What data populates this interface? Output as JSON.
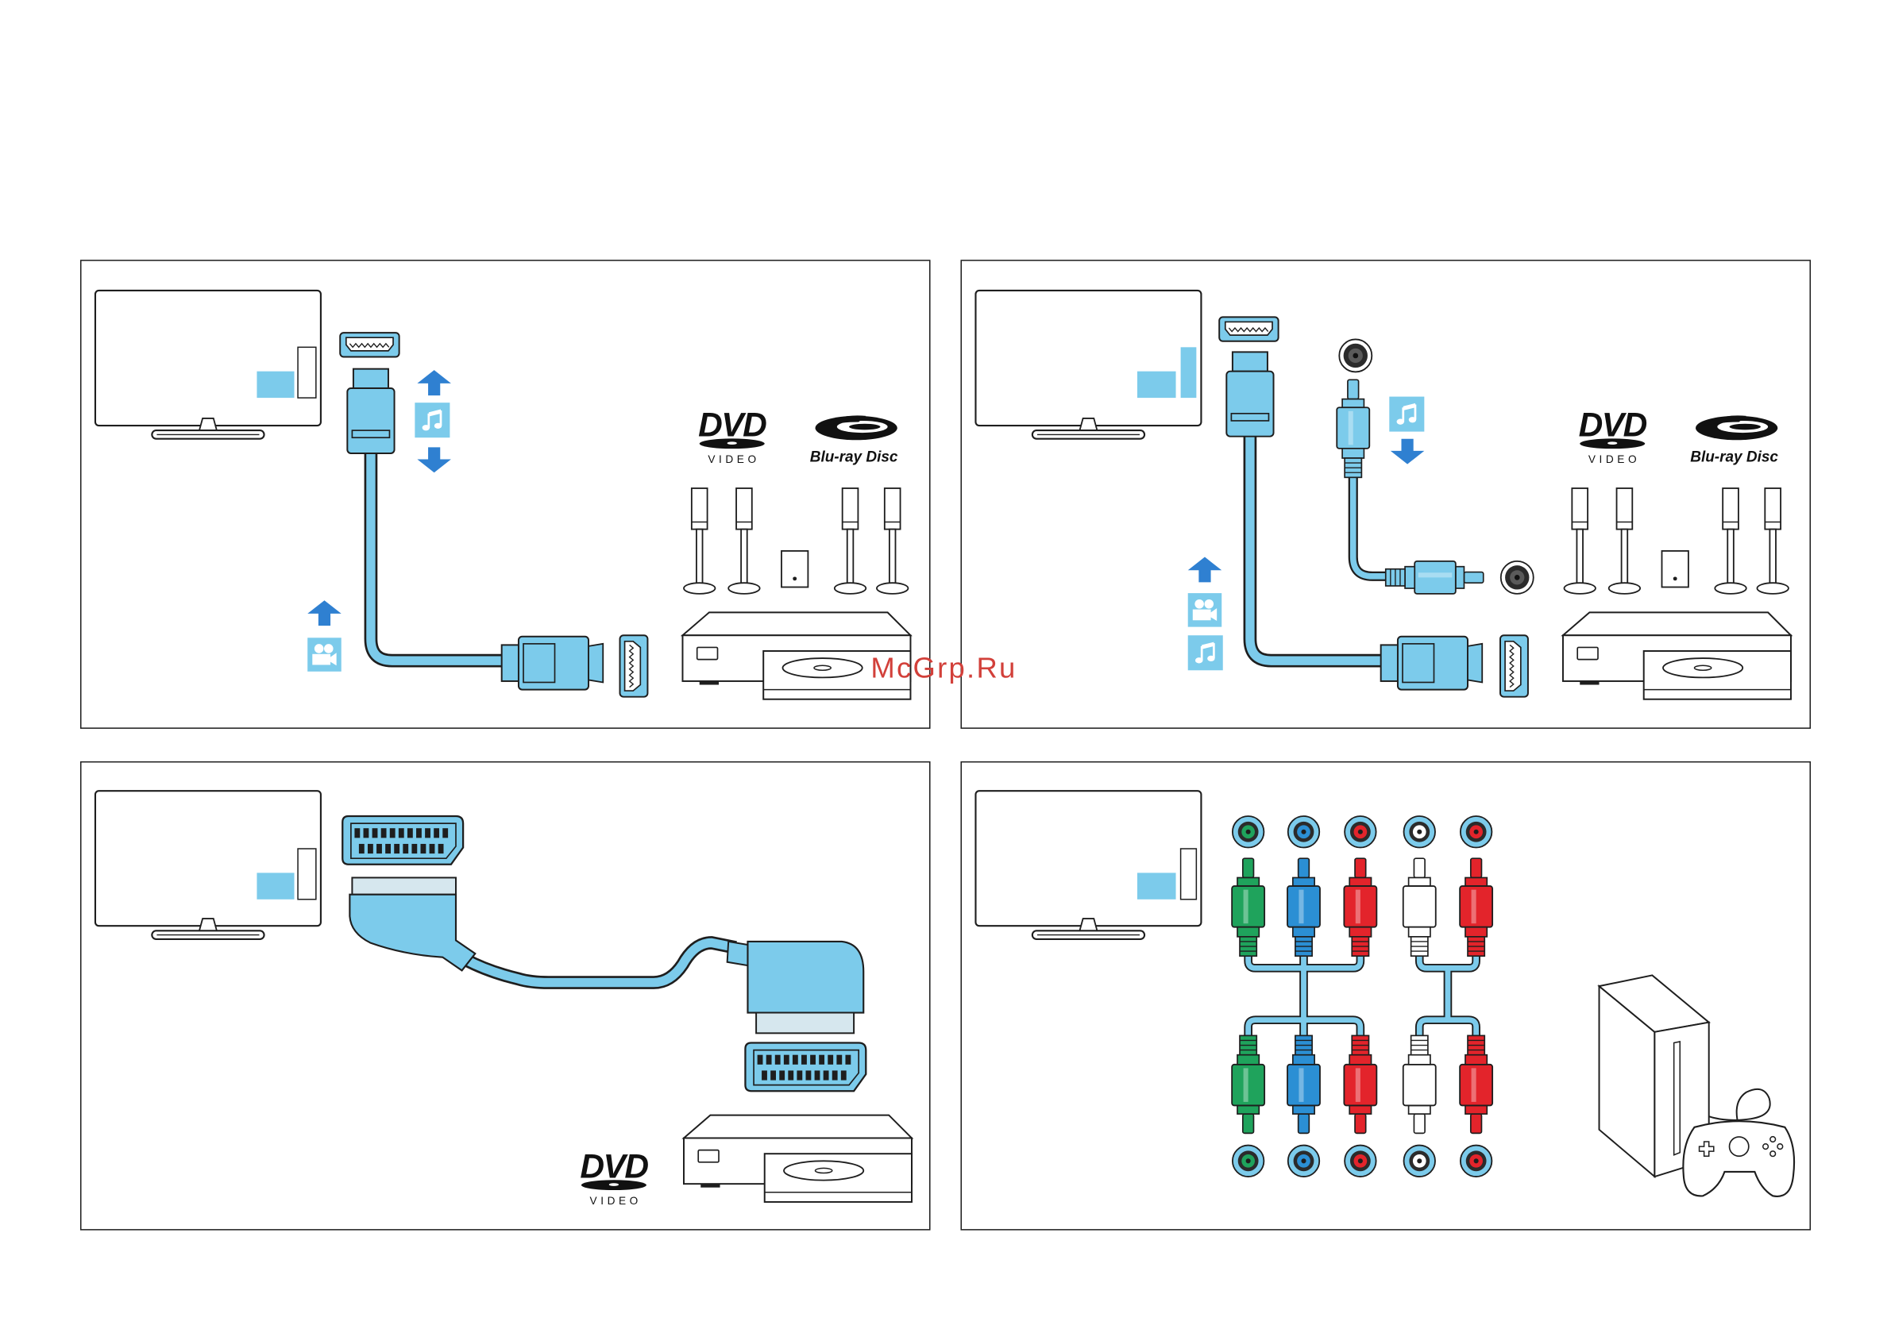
{
  "logos": {
    "dvd": {
      "title": "DVD",
      "subtitle": "VIDEO"
    },
    "bluray": {
      "title": "Blu-ray Disc"
    }
  },
  "watermark": {
    "text": "McGrp.Ru"
  },
  "colors": {
    "cable": "#7ccbeb",
    "arrow": "#2f80d1",
    "outline": "#1e1e1e",
    "watermark": "#d2403a",
    "scart_strip": "#d6e7ee"
  },
  "component_video": {
    "jack_colors": [
      "#1fa35c",
      "#2b8fd4",
      "#e3242b",
      "#ffffff",
      "#e3242b"
    ]
  },
  "icons": [
    "tv-icon",
    "arrow-up-icon",
    "arrow-down-icon",
    "music-note-icon",
    "camera-icon",
    "speaker-icon",
    "subwoofer-icon",
    "dvd-player-icon",
    "game-console-icon",
    "gamepad-icon"
  ]
}
